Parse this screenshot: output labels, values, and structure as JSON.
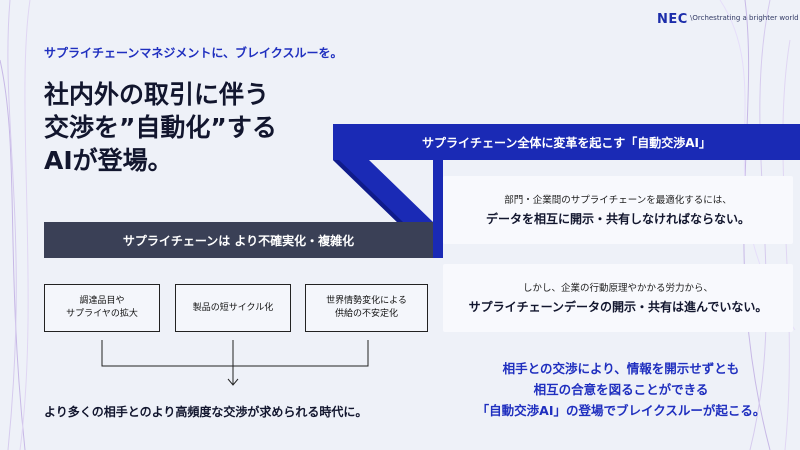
{
  "brand": {
    "logo": "NEC",
    "tagline": "\\Orchestrating a brighter world"
  },
  "kicker": "サプライチェーンマネジメントに、ブレイクスルーを。",
  "headline": [
    "社内外の取引に伴う",
    "交渉を”自動化”する",
    "AIが登場。"
  ],
  "band_top_label": "サプライチェーン全体に変革を起こす「自動交渉AI」",
  "band_left_label": "サプライチェーンは より不確実化・複雑化",
  "cards": [
    {
      "line1": "部門・企業間のサプライチェーンを最適化するには、",
      "line2": "データを相互に開示・共有しなければならない。"
    },
    {
      "line1": "しかし、企業の行動原理やかかる労力から、",
      "line2": "サプライチェーンデータの開示・共有は進んでいない。"
    }
  ],
  "factors": [
    "調達品目や\nサプライヤの拡大",
    "製品の短サイクル化",
    "世界情勢変化による\n供給の不安定化"
  ],
  "bottom_statement": "より多くの相手とのより高頻度な交渉が求められる時代に。",
  "conclusion": [
    "相手との交渉により、情報を開示せずとも",
    "相互の合意を図ることができる",
    "「自動交渉AI」の登場でブレイクスルーが起こる。"
  ],
  "colors": {
    "accent_blue": "#1a2ab5",
    "dark_band": "#3a4056",
    "background": "#eef1f8"
  }
}
